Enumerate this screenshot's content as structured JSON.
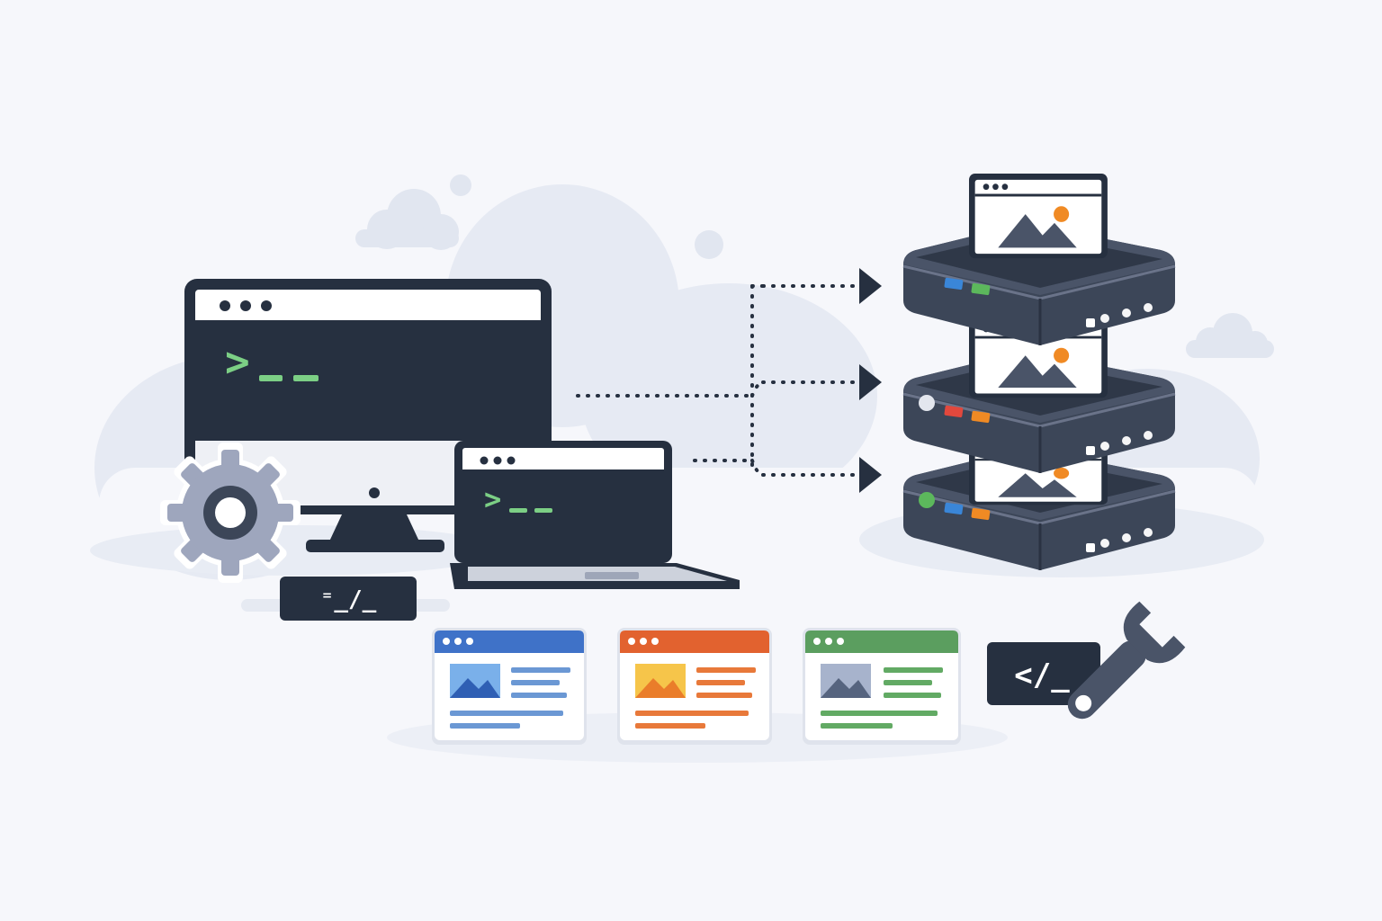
{
  "colors": {
    "background": "#f6f7fb",
    "cloud": "#e3e8f2",
    "dark": "#263040",
    "server_body": "#3c4658",
    "server_edge": "#59627a",
    "terminal_green": "#7ccf85",
    "gear": "#9ea6bd",
    "blue": "#3f72c8",
    "orange": "#e2622f",
    "green": "#5b9e5f",
    "accent_orange": "#f08a24"
  },
  "desktop": {
    "prompt_symbol": ">",
    "prompt_cursor": "__"
  },
  "laptop": {
    "prompt_symbol": ">",
    "prompt_cursor": "__"
  },
  "code_tags": {
    "left": "⁼_/_",
    "right": "</_"
  },
  "site_cards": [
    {
      "theme": "blue",
      "header": "#3f72c8",
      "image": "#5a8fd8",
      "line": "#6b98d4"
    },
    {
      "theme": "orange",
      "header": "#e2622f",
      "image": "#f2a43a",
      "line": "#e8793a"
    },
    {
      "theme": "green",
      "header": "#5b9e5f",
      "image": "#8d9bb8",
      "line": "#62aa64"
    }
  ],
  "servers": [
    {
      "name": "top",
      "leds": [
        "#3a86d8",
        "#5cb85c"
      ]
    },
    {
      "name": "middle",
      "leds": [
        "#e2483d",
        "#f08a24"
      ]
    },
    {
      "name": "bottom",
      "leds": [
        "#5cb85c",
        "#3a86d8",
        "#f08a24"
      ]
    }
  ],
  "icons": [
    "gear-icon",
    "wrench-icon",
    "image-icon",
    "terminal-icon",
    "arrow-right-icon"
  ]
}
